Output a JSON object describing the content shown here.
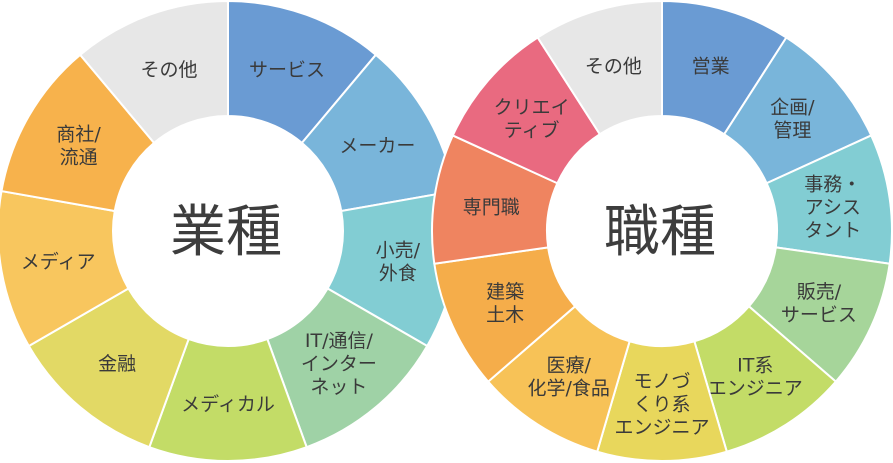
{
  "industry": {
    "title": "業種",
    "segments": [
      {
        "label": [
          "サービス"
        ],
        "color": "#6a9bd3"
      },
      {
        "label": [
          "メーカー"
        ],
        "color": "#79b5da"
      },
      {
        "label": [
          "小売/",
          "外食"
        ],
        "color": "#82cdd3"
      },
      {
        "label": [
          "IT/通信/",
          "インター",
          "ネット"
        ],
        "color": "#9fd2a6"
      },
      {
        "label": [
          "メディカル"
        ],
        "color": "#c3dc67"
      },
      {
        "label": [
          "金融"
        ],
        "color": "#e2d965"
      },
      {
        "label": [
          "メディア"
        ],
        "color": "#f8c65e"
      },
      {
        "label": [
          "商社/",
          "流通"
        ],
        "color": "#f7b24c"
      },
      {
        "label": [
          "その他"
        ],
        "color": "#e7e7e7"
      }
    ]
  },
  "occupation": {
    "title": "職種",
    "segments": [
      {
        "label": [
          "営業"
        ],
        "color": "#6a9bd3"
      },
      {
        "label": [
          "企画/",
          "管理"
        ],
        "color": "#79b5da"
      },
      {
        "label": [
          "事務・",
          "アシス",
          "タント"
        ],
        "color": "#82cdd3"
      },
      {
        "label": [
          "販売/",
          "サービス"
        ],
        "color": "#a6d59a"
      },
      {
        "label": [
          "IT系",
          "エンジニア"
        ],
        "color": "#c3dc67"
      },
      {
        "label": [
          "モノづ",
          "くり系",
          "エンジニア"
        ],
        "color": "#e8d75c"
      },
      {
        "label": [
          "医療/",
          "化学/食品"
        ],
        "color": "#f7c257"
      },
      {
        "label": [
          "建築",
          "土木"
        ],
        "color": "#f5ad4a"
      },
      {
        "label": [
          "専門職"
        ],
        "color": "#ef8460"
      },
      {
        "label": [
          "クリエイ",
          "ティブ"
        ],
        "color": "#e96a80"
      },
      {
        "label": [
          "その他"
        ],
        "color": "#e7e7e7"
      }
    ]
  }
}
